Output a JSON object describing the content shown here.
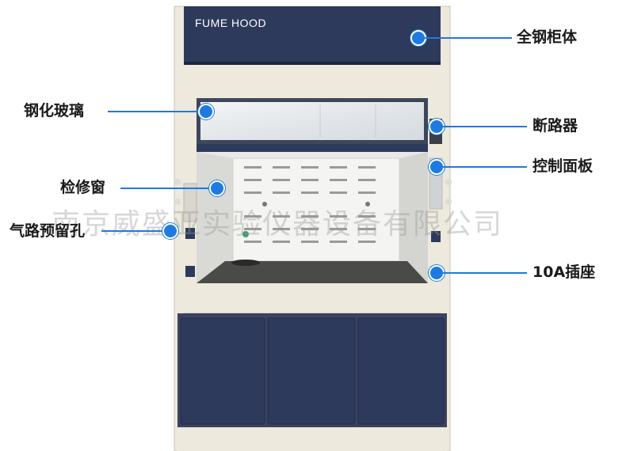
{
  "product": {
    "header_text": "FUME HOOD",
    "colors": {
      "cabinet_navy": "#2c3a5c",
      "body_cream": "#ede9dc",
      "callout_blue": "#1e7ae0"
    }
  },
  "callouts": {
    "steel_body": "全钢柜体",
    "tempered_glass": "钢化玻璃",
    "circuit_breaker": "断路器",
    "inspection_window": "检修窗",
    "control_panel": "控制面板",
    "gas_pipe_hole": "气路预留孔",
    "socket_10a": "10A插座"
  },
  "watermark": "南京威盛亚实验仪器设备有限公司"
}
